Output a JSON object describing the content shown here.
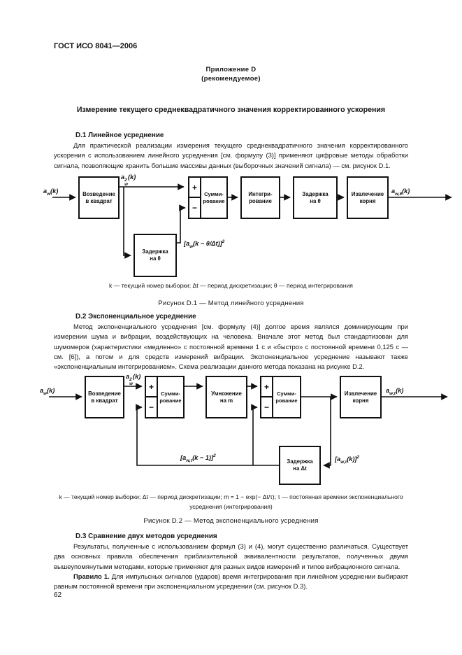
{
  "page": {
    "header": "ГОСТ ИСО 8041—2006",
    "annex_label": "Приложение D",
    "annex_type": "(рекомендуемое)",
    "title": "Измерение текущего среднеквадратичного значения корректированного ускорения",
    "page_number": "62"
  },
  "sections": {
    "d1": {
      "heading": "D.1  Линейное усреднение",
      "paragraph": "Для практической реализации измерения текущего среднеквадратичного значения корректированного ускорения с использованием линейного усреднения [см. формулу (3)] применяют цифровые методы обработки сигнала, позволяющие хранить большие массивы данных (выборочных значений сигнала) — см. рисунок D.1."
    },
    "d2": {
      "heading": "D.2  Экспоненциальное усреднение",
      "paragraph": "Метод экспоненциального усреднения [см. формулу (4)] долгое время являлся доминирующим при измерении шума и вибрации, воздействующих на человека. Вначале этот метод был стандартизован для шумомеров (характеристики «медленно» с постоянной времени 1 с и «быстро» с постоянной времени 0,125 с — см. [6]), а потом и для средств измерений вибрации. Экспоненциальное усреднение называют также «экспоненциальным интегрированием». Схема реализации данного метода показана на рисунке D.2."
    },
    "d3": {
      "heading": "D.3  Сравнение двух методов усреднения",
      "paragraph": "Результаты, полученные с использованием формул (3) и (4), могут существенно различаться. Существует два основных правила обеспечения приблизительной эквивалентности результатов, полученных двумя вышеупомянутыми методами, которые применяют для разных видов измерений и типов вибрационного сигнала.",
      "rule_label": "Правило 1.",
      "rule_text": "Для импульсных сигналов (ударов) время интегрирования при линейном усреднении выбирают равным постоянной времени при экспоненциальном усреднении (см. рисунок D.3)."
    }
  },
  "diagram1": {
    "input": {
      "base": "a",
      "sub": "w",
      "arg": "(k)"
    },
    "squared": {
      "base": "a",
      "sup": "2",
      "sub": "w",
      "arg": "(k)"
    },
    "blocks": {
      "square": {
        "l1": "Возведение",
        "l2": "в квадрат"
      },
      "sum": {
        "plus": "+",
        "minus": "−",
        "l1": "Сумми-",
        "l2": "рование"
      },
      "integrate": {
        "l1": "Интегри-",
        "l2": "рование"
      },
      "delay": {
        "l1": "Задержка",
        "l2": "на θ"
      },
      "root": {
        "l1": "Извлечение",
        "l2": "корня"
      },
      "delay_fb": {
        "l1": "Задержка",
        "l2": "на θ"
      }
    },
    "fb_formula": {
      "open": "[",
      "base": "a",
      "sub": "w",
      "mid": "(k − θ/Δt)]",
      "sup": "2"
    },
    "output": {
      "base": "a",
      "sub": "w,θ",
      "arg": "(k)"
    },
    "note": "k — текущий номер выборки; Δt — период дискретизации; θ — период интегрирования",
    "caption": "Рисунок D.1 — Метод линейного усреднения"
  },
  "diagram2": {
    "input": {
      "base": "a",
      "sub": "w",
      "arg": "(k)"
    },
    "squared": {
      "base": "a",
      "sup": "2",
      "sub": "w",
      "arg": "(k)"
    },
    "blocks": {
      "square": {
        "l1": "Возведение",
        "l2": "в квадрат"
      },
      "sum1": {
        "plus": "+",
        "minus": "−",
        "l1": "Сумми-",
        "l2": "рование"
      },
      "mult": {
        "l1": "Умножение",
        "l2": "на m"
      },
      "sum2": {
        "plus": "+",
        "minus": "−",
        "l1": "Сумми-",
        "l2": "рование"
      },
      "root": {
        "l1": "Извлечение",
        "l2": "корня"
      },
      "delay_fb": {
        "l1": "Задержка",
        "l2": "на Δt"
      }
    },
    "fb_prev": {
      "open": "[",
      "base": "a",
      "sub": "w,τ",
      "mid": "(k − 1)]",
      "sup": "2"
    },
    "fb_cur": {
      "open": "[",
      "base": "a",
      "sub": "w,τ",
      "mid": "(k)]",
      "sup": "2"
    },
    "output": {
      "base": "a",
      "sub": "w,τ",
      "arg": "(k)"
    },
    "note1": "k — текущий номер выборки; Δt — период дискретизации; m = 1 − exp(− Δt/τ); τ — постоянная времени экспоненциального",
    "note2": "усреднения (интегрирования)",
    "caption": "Рисунок D.2 — Метод экспоненциального усреднения"
  }
}
